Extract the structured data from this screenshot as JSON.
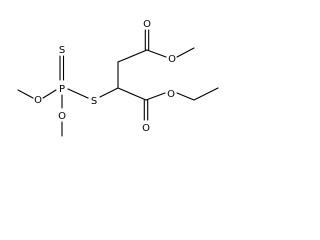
{
  "molecule": {
    "atoms": {
      "s_thione": "S",
      "p": "P",
      "o_p_left": "O",
      "o_p_bottom": "O",
      "s_bridge": "S",
      "o_carbonyl_top": "O",
      "o_ester_top": "O",
      "o_ester_bottom": "O",
      "o_carbonyl_bottom": "O"
    }
  }
}
